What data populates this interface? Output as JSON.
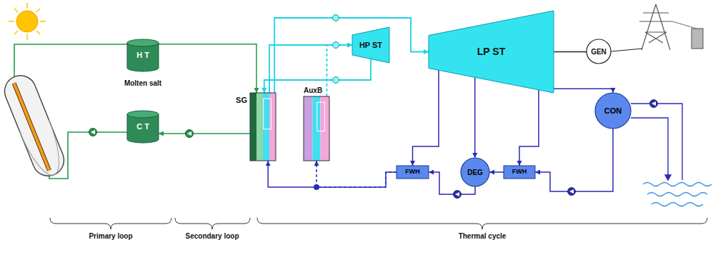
{
  "diagram": {
    "nodes": [
      {
        "text": [
          "H T"
        ]
      },
      {
        "text": [
          "C T"
        ]
      },
      {
        "text": [
          "SG"
        ]
      },
      {
        "text": [
          "AuxB"
        ]
      },
      {
        "text": [
          "HP ST"
        ]
      },
      {
        "text": [
          "LP ST"
        ]
      },
      {
        "text": [
          "GEN"
        ]
      },
      {
        "text": [
          "CON"
        ]
      },
      {
        "text": [
          "FWH"
        ]
      },
      {
        "text": [
          "DEG"
        ]
      },
      {
        "text": [
          "FWH"
        ]
      }
    ],
    "edges": [
      {
        "from": 0,
        "to": 2,
        "arrow": "to"
      },
      {
        "from": 2,
        "to": 1,
        "arrow": "to"
      },
      {
        "from": 2,
        "to": 4,
        "arrow": "to"
      },
      {
        "from": 3,
        "to": 4,
        "arrow": "to"
      },
      {
        "from": 4,
        "to": 2,
        "arrow": "to"
      },
      {
        "from": 2,
        "to": 5,
        "arrow": "to"
      },
      {
        "from": 5,
        "to": 6,
        "arrow": "none"
      },
      {
        "from": 5,
        "to": 7,
        "arrow": "to"
      },
      {
        "from": 7,
        "to": 10,
        "arrow": "to"
      },
      {
        "from": 10,
        "to": 9,
        "arrow": "to"
      },
      {
        "from": 9,
        "to": 8,
        "arrow": "to"
      },
      {
        "from": 8,
        "to": 2,
        "arrow": "to"
      },
      {
        "from": 8,
        "to": 3,
        "arrow": "to"
      },
      {
        "from": 5,
        "to": 8,
        "arrow": "to"
      },
      {
        "from": 5,
        "to": 9,
        "arrow": "to"
      },
      {
        "from": 5,
        "to": 10,
        "arrow": "to"
      }
    ],
    "labels": [
      "Molten salt",
      "Primary loop",
      "Secondary loop",
      "Thermal cycle"
    ]
  }
}
